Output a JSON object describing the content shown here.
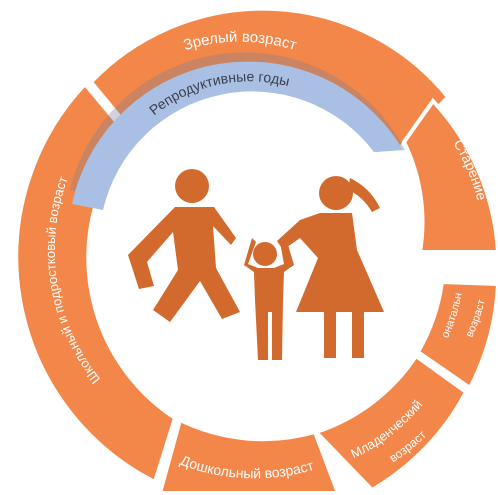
{
  "diagram": {
    "segments": [
      {
        "id": "mature",
        "label": "Зрелый возраст"
      },
      {
        "id": "aging",
        "label": "Старение"
      },
      {
        "id": "neonatal",
        "label": "Неонатальный возраст",
        "lines": [
          "Неонатальный",
          "возраст"
        ]
      },
      {
        "id": "infant",
        "label": "Младенческий возраст",
        "lines": [
          "Младенческий",
          "возраст"
        ]
      },
      {
        "id": "preschool",
        "label": "Дошкольный возраст"
      },
      {
        "id": "school",
        "label": "Школьный и подростковый возраст"
      }
    ],
    "inner_arc": {
      "label": "Репродуктивные годы"
    },
    "colors": {
      "segment": "#F3874A",
      "inner_arc": "#A9BFE3",
      "inner_arc_shadow": "#7F7F8F",
      "family_icon": "#D36A2D",
      "label": "#FFFFFF",
      "inner_label": "#3B3F4D"
    },
    "center_icon": "family-icon"
  }
}
